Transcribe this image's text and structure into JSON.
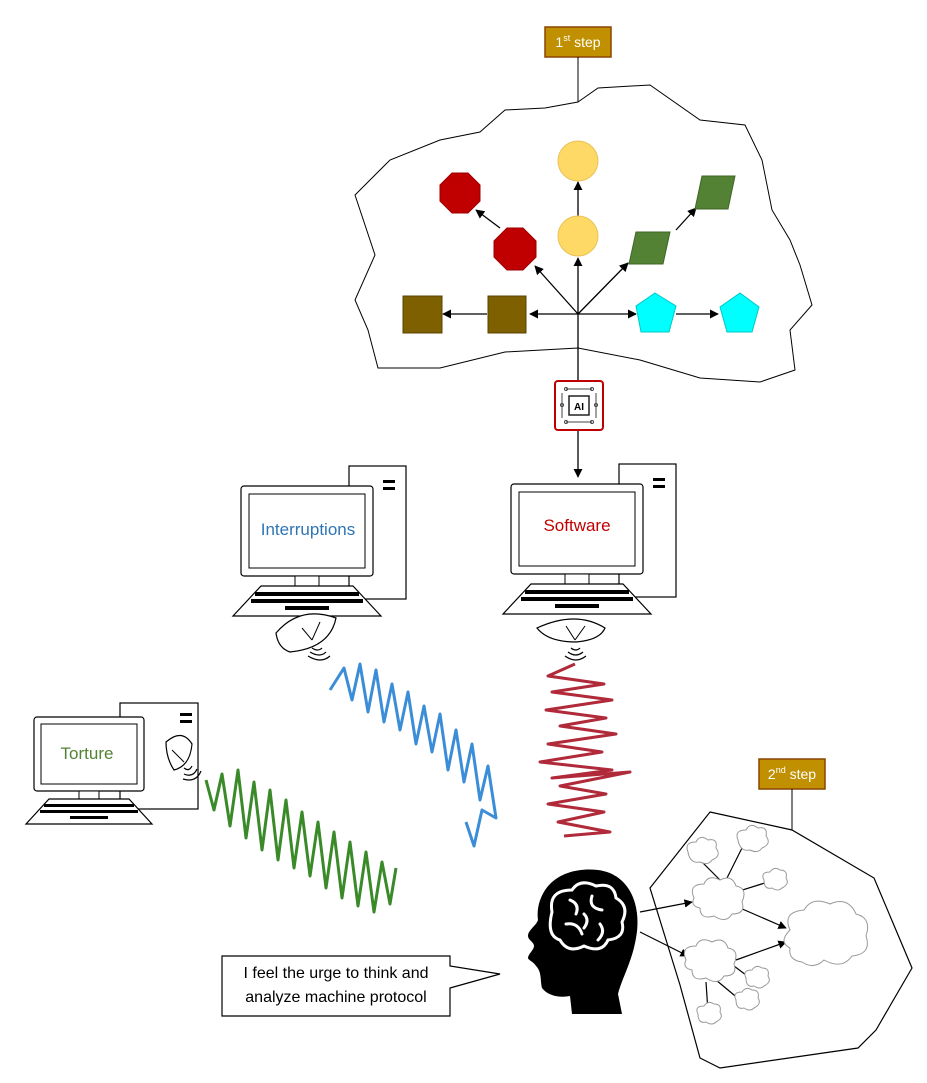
{
  "step1": {
    "base": "1",
    "sup": "st",
    "rest": " step"
  },
  "step2": {
    "base": "2",
    "sup": "nd",
    "rest": " step"
  },
  "ai_chip_label": "AI",
  "computers": {
    "interruptions": "Interruptions",
    "software": "Software",
    "torture": "Torture"
  },
  "speech_bubble": {
    "line1": "I feel the urge to think and",
    "line2": "analyze machine protocol"
  },
  "colors": {
    "step_box_fill": "#C09000",
    "step_box_stroke": "#8B4500",
    "octagon": "#C00000",
    "circle": "#FFD966",
    "parallelogram": "#548235",
    "square": "#7F6000",
    "pentagon": "#00FFFF",
    "wave_blue": "#3C8DD8",
    "wave_red": "#B02A3A",
    "wave_green": "#3A8A2A",
    "text_interruptions": "#2E75B6",
    "text_software": "#C00000",
    "text_torture": "#548235"
  },
  "icons": [
    "ai-chip-icon",
    "computer-icon",
    "satellite-dish-icon",
    "human-head-icon",
    "brain-icon",
    "thought-cloud-icon"
  ]
}
